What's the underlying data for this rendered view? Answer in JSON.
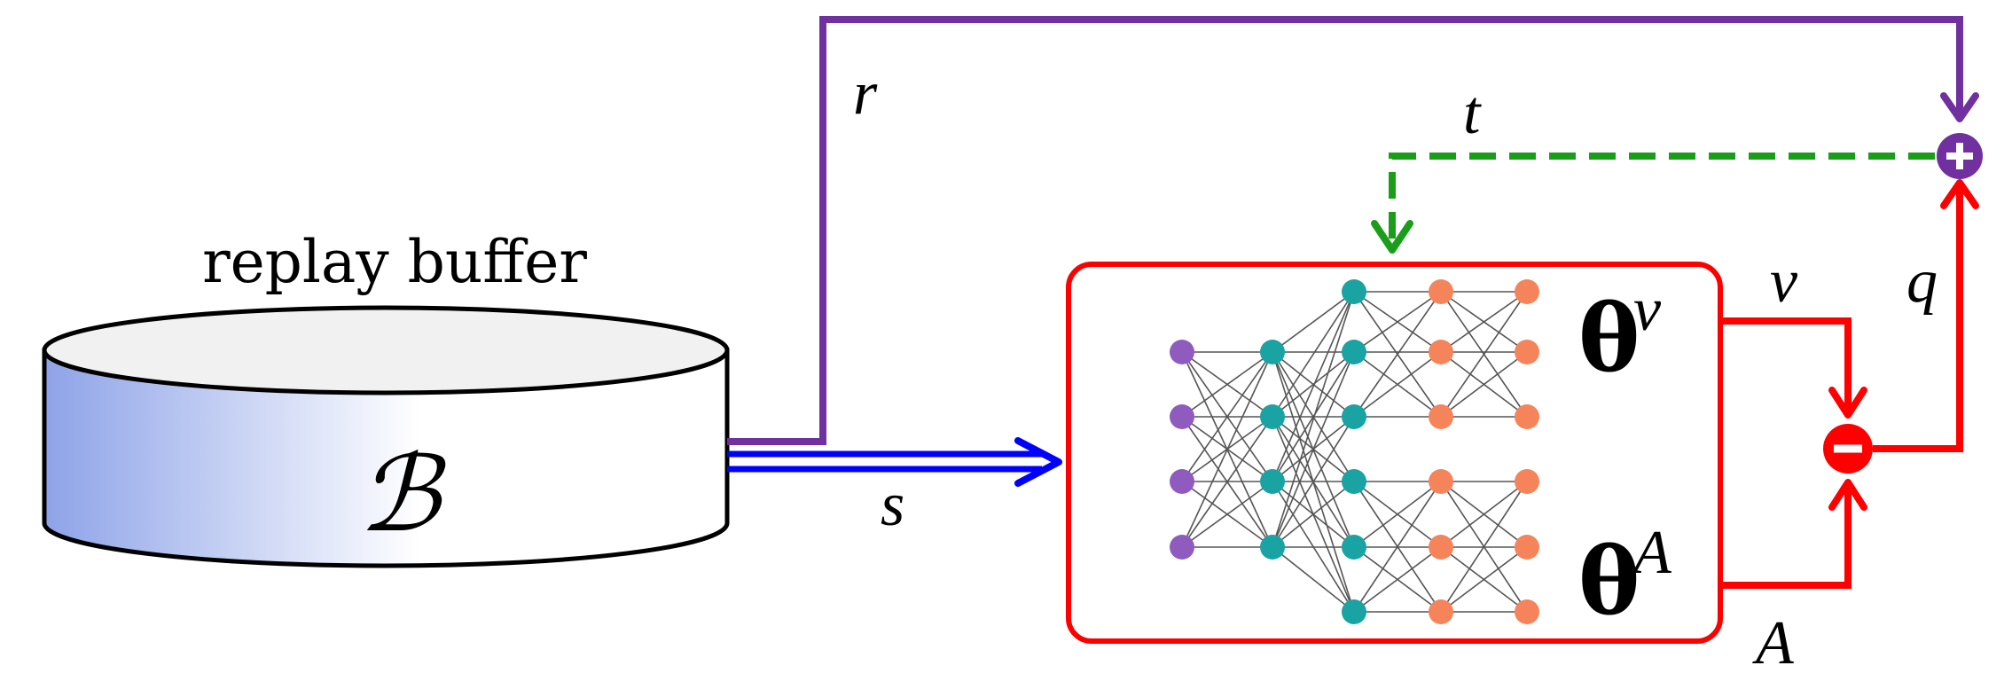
{
  "buffer": {
    "title": "replay buffer",
    "symbol": "ℬ"
  },
  "signals": {
    "reward": "r",
    "state": "s",
    "target": "t",
    "value": "v",
    "advantage": "A",
    "q_value": "q"
  },
  "network": {
    "value_head": {
      "base": "θ",
      "sup": "v"
    },
    "advantage_head": {
      "base": "θ",
      "sup": "A"
    }
  },
  "operators": {
    "sum": "+",
    "difference": "−"
  },
  "colors": {
    "reward_line": "#7030a0",
    "state_line": "#0000ff",
    "target_line": "#1a9e1a",
    "network_line": "#ff0000",
    "input_node": "#8f5bbf",
    "hidden_node": "#1aa3a3",
    "output_node": "#f5845a",
    "buffer_gradient_start": "#8ea3e8",
    "buffer_gradient_end": "#ffffff"
  }
}
